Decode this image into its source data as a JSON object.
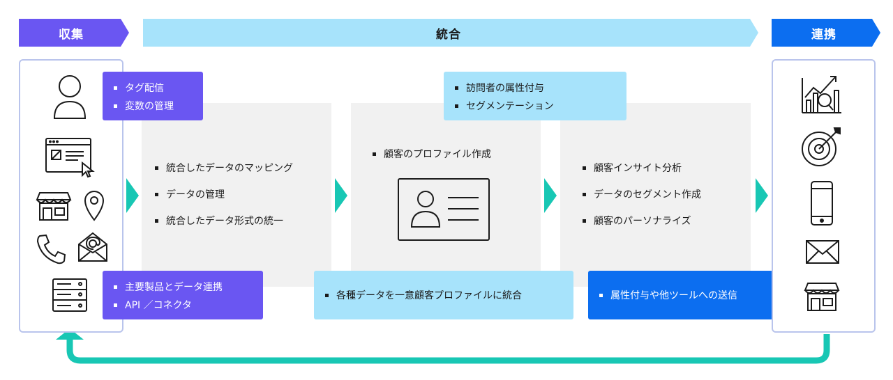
{
  "header": {
    "collect": {
      "label": "収集",
      "color": "#6a56f2"
    },
    "integrate": {
      "label": "統合",
      "color": "#a7e3fb"
    },
    "connect": {
      "label": "連携",
      "color": "#0c6ef0"
    }
  },
  "collect_icons": [
    "user-icon",
    "webpage-cursor-icon",
    "store-icon",
    "location-pin-icon",
    "phone-icon",
    "email-icon",
    "server-icon"
  ],
  "connect_icons": [
    "analytics-chart-icon",
    "target-icon",
    "smartphone-icon",
    "mail-icon",
    "store-icon"
  ],
  "callouts": {
    "tag_delivery": {
      "items": [
        "タグ配信",
        "変数の管理"
      ]
    },
    "product_integration": {
      "items": [
        "主要製品とデータ連携",
        "API ／コネクタ"
      ]
    },
    "visitor_attributes": {
      "items": [
        "訪問者の属性付与",
        "セグメンテーション"
      ]
    },
    "unify_profiles": {
      "text": "各種データを一意顧客プロファイルに統合"
    },
    "send_attributes": {
      "text": "属性付与や他ツールへの送信"
    }
  },
  "panels": {
    "mapping": {
      "items": [
        "統合したデータのマッピング",
        "データの管理",
        "統合したデータ形式の統一"
      ]
    },
    "profile": {
      "item": "顧客のプロファイル作成",
      "icon": "profile-card-icon"
    },
    "analysis": {
      "items": [
        "顧客インサイト分析",
        "データのセグメント作成",
        "顧客のパーソナライズ"
      ]
    }
  },
  "colors": {
    "teal": "#18c7b4",
    "panel_gray": "#f1f1f1",
    "column_border": "#b9c4ec"
  }
}
